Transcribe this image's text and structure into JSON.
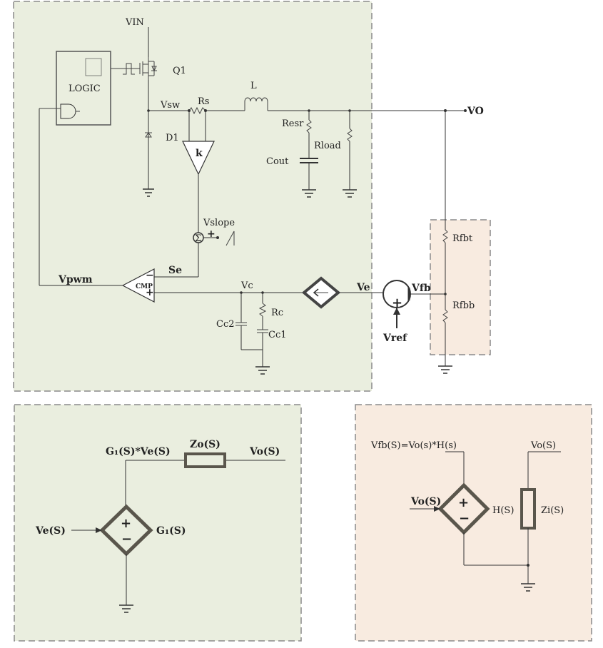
{
  "schematic": {
    "vin": "VIN",
    "q1": "Q1",
    "logic": "LOGIC",
    "vsw": "Vsw",
    "rs": "Rs",
    "l": "L",
    "vo": "VO",
    "d1": "D1",
    "k": "k",
    "resr": "Resr",
    "cout": "Cout",
    "rload": "Rload",
    "vslope": "Vslope",
    "plus": "+",
    "sigma": "Σ",
    "se": "Se",
    "vpwm": "Vpwm",
    "cmp": "CMP",
    "minus": "−",
    "vc": "Vc",
    "rc": "Rc",
    "cc2": "Cc2",
    "cc1": "Cc1",
    "ve": "Ve",
    "vfb": "Vfb",
    "vref": "Vref",
    "rfbt": "Rfbt",
    "rfbb": "Rfbb"
  },
  "output_model": {
    "top_label": "G₁(S)*Ve(S)",
    "zo": "Zo(S)",
    "vo": "Vo(S)",
    "ve": "Ve(S)",
    "g1": "G₁(S)",
    "plus": "+",
    "minus": "−"
  },
  "feedback_model": {
    "top_label": "Vfb(S)=Vo(s)*H(s)",
    "vo_top": "Vo(S)",
    "vo_in": "Vo(S)",
    "h": "H(S)",
    "zi": "Zi(S)",
    "plus": "+",
    "minus": "−"
  },
  "colors": {
    "green_panel": "#eaeedf",
    "orange_panel": "#f8ebe0",
    "border": "#8a8a8a",
    "wire": "#333333",
    "component": "#5a564c"
  }
}
